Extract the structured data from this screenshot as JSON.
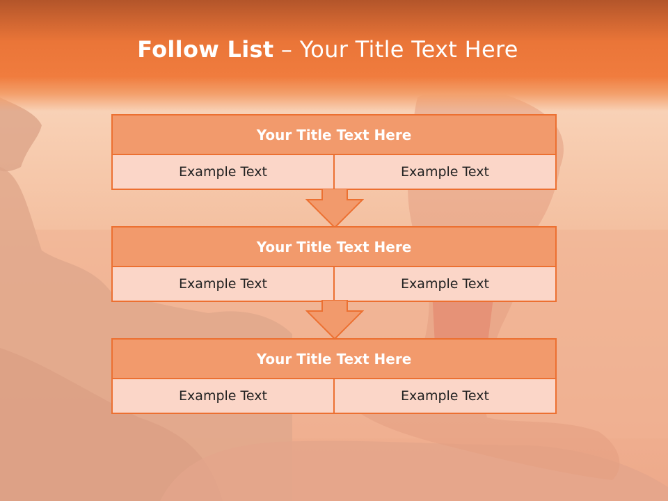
{
  "title": {
    "bold": "Follow List",
    "rest": "  – Your Title Text Here"
  },
  "steps": [
    {
      "title": "Your Title Text Here",
      "left": "Example Text",
      "right": "Example Text"
    },
    {
      "title": "Your Title Text Here",
      "left": "Example Text",
      "right": "Example Text"
    },
    {
      "title": "Your Title Text Here",
      "left": "Example Text",
      "right": "Example Text"
    }
  ],
  "colors": {
    "header": "#ed7436",
    "accent": "#ec7031",
    "box_title": "#f29a6c",
    "box_cell": "#fbd6c8"
  }
}
